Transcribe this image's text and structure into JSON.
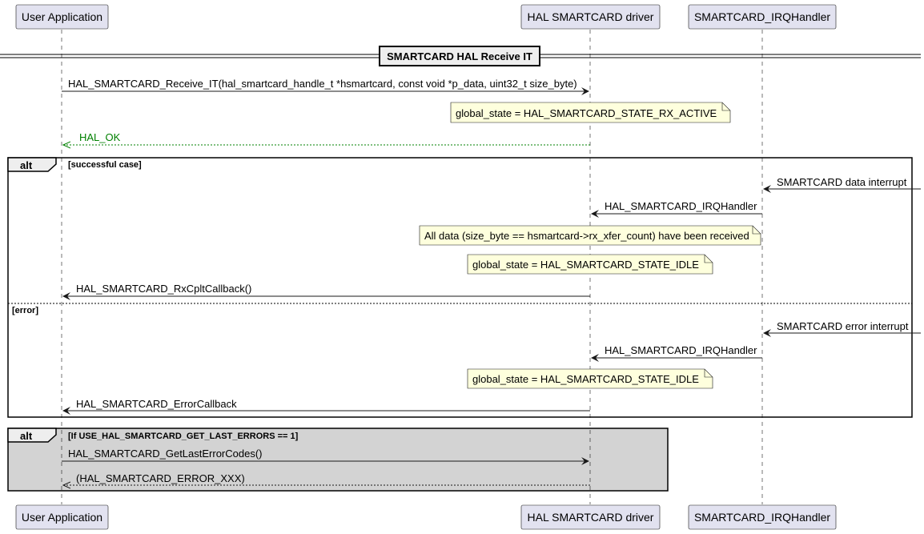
{
  "participants": {
    "user": "User Application",
    "hal": "HAL SMARTCARD driver",
    "irq": "SMARTCARD_IRQHandler"
  },
  "divider": {
    "title": "SMARTCARD HAL Receive IT"
  },
  "messages": {
    "receive_it": "HAL_SMARTCARD_Receive_IT(hal_smartcard_handle_t *hsmartcard, const void *p_data, uint32_t size_byte)",
    "hal_ok": "HAL_OK",
    "data_interrupt": "SMARTCARD data interrupt",
    "irq_handler_1": "HAL_SMARTCARD_IRQHandler",
    "rx_cplt_callback": "HAL_SMARTCARD_RxCpltCallback()",
    "error_interrupt": "SMARTCARD error interrupt",
    "irq_handler_2": "HAL_SMARTCARD_IRQHandler",
    "error_callback": "HAL_SMARTCARD_ErrorCallback",
    "get_last_error_codes": "HAL_SMARTCARD_GetLastErrorCodes()",
    "error_return": "(HAL_SMARTCARD_ERROR_XXX)"
  },
  "notes": {
    "rx_active": "global_state = HAL_SMARTCARD_STATE_RX_ACTIVE",
    "all_received": "All data (size_byte == hsmartcard->rx_xfer_count) have been received",
    "idle_1": "global_state = HAL_SMARTCARD_STATE_IDLE",
    "idle_2": "global_state = HAL_SMARTCARD_STATE_IDLE"
  },
  "fragments": {
    "alt1": {
      "label": "alt",
      "guard_success": "[successful case]",
      "guard_error": "[error]"
    },
    "alt2": {
      "label": "alt",
      "guard": "[If USE_HAL_SMARTCARD_GET_LAST_ERRORS == 1]"
    }
  },
  "colors": {
    "participant_fill": "#E2E2F0",
    "participant_border": "#181818",
    "note_fill": "#FEFFDD",
    "return_green": "#008000",
    "alt2_fill": "#D3D3D3"
  }
}
